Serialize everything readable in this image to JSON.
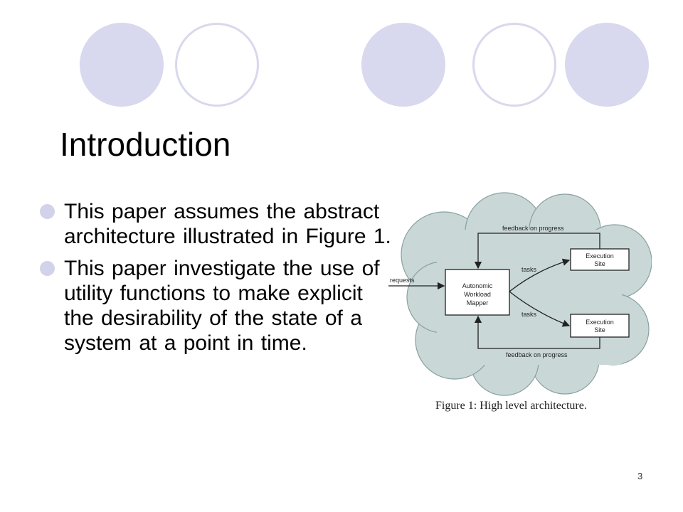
{
  "slide": {
    "title": "Introduction",
    "bullets": [
      "This paper assumes the abstract architecture illustrated in Figure 1.",
      "This paper investigate the use of utility functions to make explicit the desirability of the state of a system at a point in time."
    ],
    "page_number": "3",
    "accent_color": "#d8d8ee"
  },
  "figure": {
    "caption": "Figure 1: High level architecture.",
    "labels": {
      "requests": "requests",
      "mapper": [
        "Autonomic",
        "Workload",
        "Mapper"
      ],
      "site_top": [
        "Execution",
        "Site"
      ],
      "site_bottom": [
        "Execution",
        "Site"
      ],
      "tasks_top": "tasks",
      "tasks_bottom": "tasks",
      "feedback_top": "feedback on progress",
      "feedback_bottom": "feedback on progress"
    }
  }
}
